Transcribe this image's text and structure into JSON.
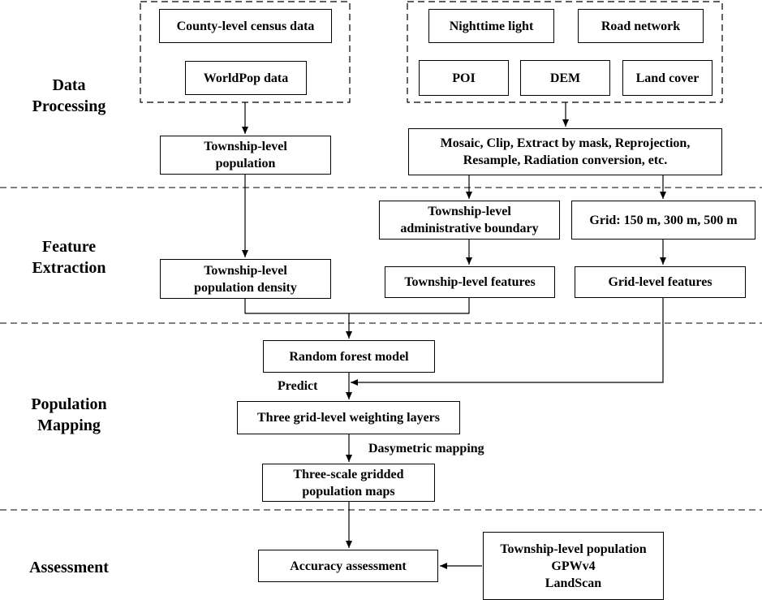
{
  "stages": {
    "data_processing": "Data\nProcessing",
    "feature_extraction": "Feature\nExtraction",
    "population_mapping": "Population\nMapping",
    "assessment": "Assessment"
  },
  "nodes": {
    "census": "County-level census data",
    "worldpop": "WorldPop data",
    "nighttime": "Nighttime light",
    "road": "Road network",
    "poi": "POI",
    "dem": "DEM",
    "landcover": "Land cover",
    "township_pop": "Township-level\npopulation",
    "preprocess": "Mosaic, Clip, Extract by mask, Reprojection,\nResample, Radiation conversion, etc.",
    "admin_boundary": "Township-level\nadministrative boundary",
    "grid": "Grid: 150 m, 300 m, 500 m",
    "pop_density": "Township-level\npopulation density",
    "township_features": "Township-level features",
    "grid_features": "Grid-level features",
    "rf_model": "Random forest model",
    "weighting_layers": "Three grid-level weighting layers",
    "gridded_maps": "Three-scale gridded\npopulation maps",
    "accuracy": "Accuracy assessment",
    "reference": "Township-level population\nGPWv4\nLandScan"
  },
  "annotations": {
    "predict": "Predict",
    "dasymetric": "Dasymetric mapping"
  }
}
